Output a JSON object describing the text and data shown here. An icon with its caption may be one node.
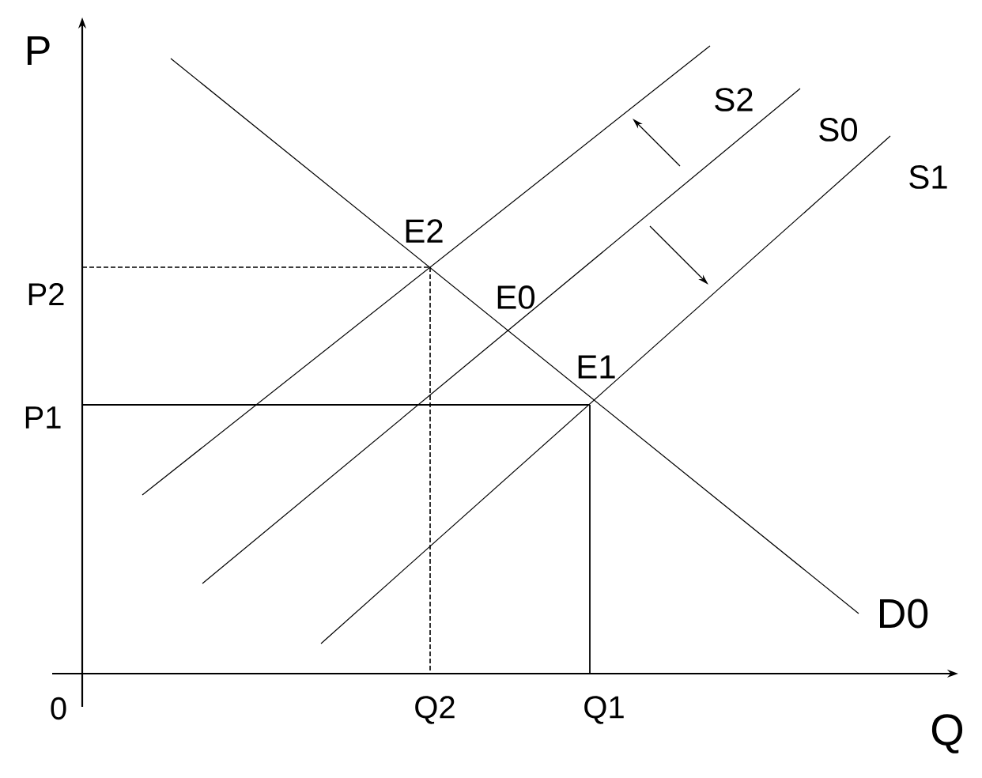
{
  "diagram": {
    "labels": [
      "P",
      "S2",
      "S0",
      "S1",
      "E2",
      "P2",
      "E0",
      "E1",
      "P1",
      "D0",
      "0",
      "Q2",
      "Q1",
      "Q"
    ]
  }
}
